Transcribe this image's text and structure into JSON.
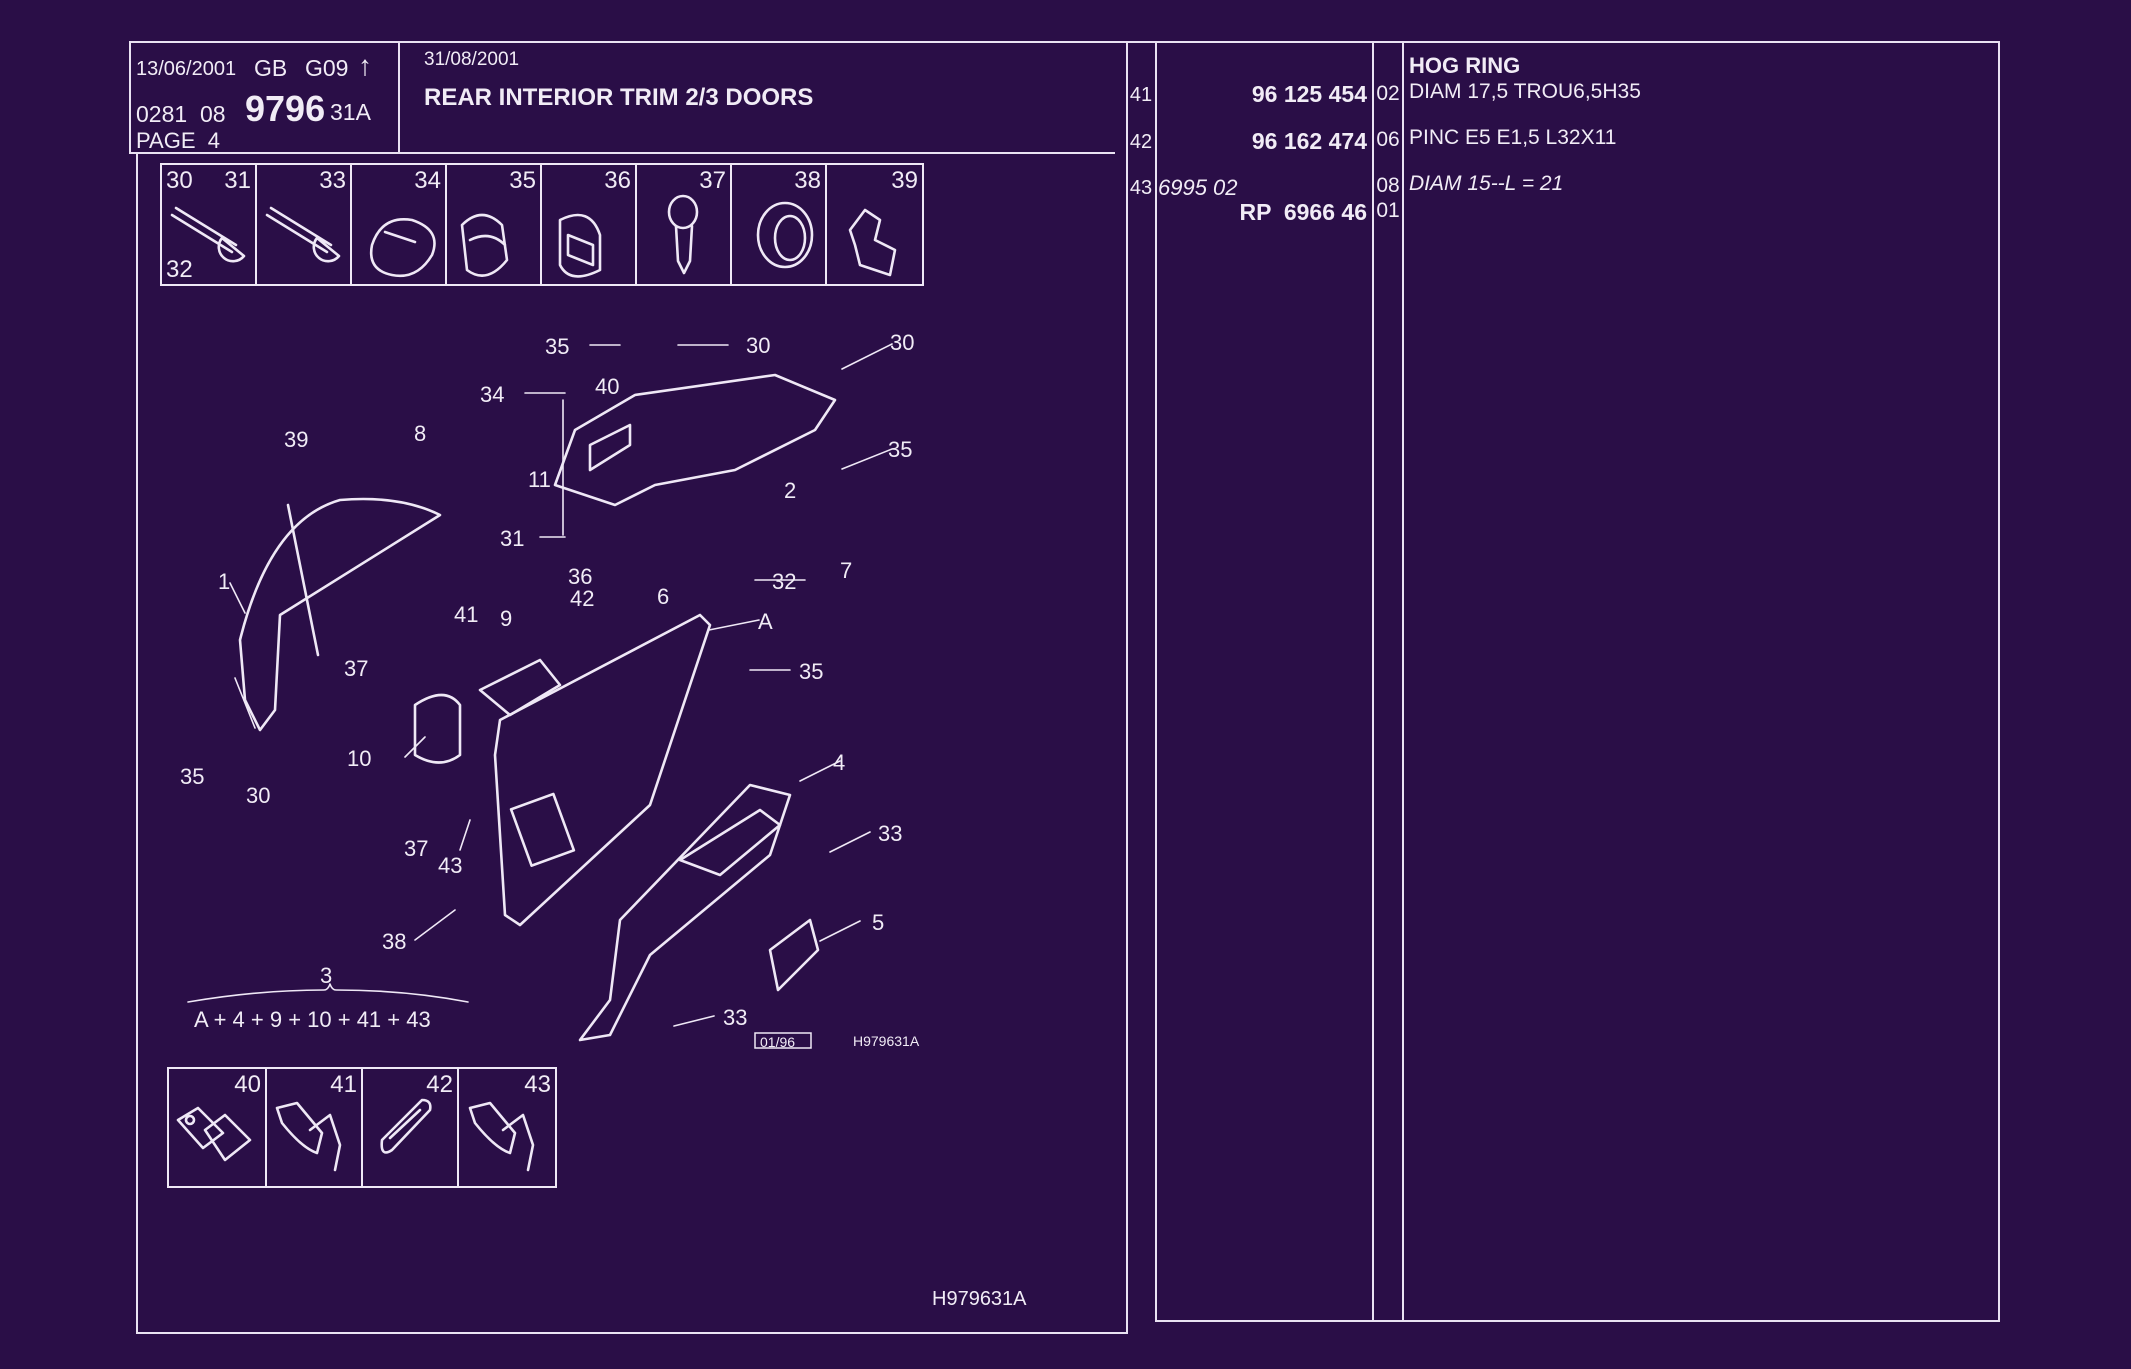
{
  "header": {
    "date_left": "13/06/2001",
    "country": "GB",
    "group": "G09",
    "arrow_icon": "arrow-up-icon",
    "ref_prefix": "0281  08",
    "ref_main": "9796",
    "ref_suffix": "31A",
    "page": "PAGE  4",
    "date_right": "31/08/2001",
    "title": "REAR INTERIOR TRIM 2/3 DOORS"
  },
  "top_icon_strip": [
    {
      "labels": [
        "30",
        "31",
        "32"
      ],
      "icon": "screw-icon"
    },
    {
      "labels": [
        "33"
      ],
      "icon": "screw-icon"
    },
    {
      "labels": [
        "34"
      ],
      "icon": "clip-icon"
    },
    {
      "labels": [
        "35"
      ],
      "icon": "clip-nut-icon"
    },
    {
      "labels": [
        "36"
      ],
      "icon": "grommet-icon"
    },
    {
      "labels": [
        "37"
      ],
      "icon": "rivet-icon"
    },
    {
      "labels": [
        "38"
      ],
      "icon": "ring-clip-icon"
    },
    {
      "labels": [
        "39"
      ],
      "icon": "bracket-icon"
    }
  ],
  "bottom_icon_strip": [
    {
      "label": "40",
      "icon": "bracket-clip-icon"
    },
    {
      "label": "41",
      "icon": "push-pin-icon"
    },
    {
      "label": "42",
      "icon": "spring-clip-icon"
    },
    {
      "label": "43",
      "icon": "push-pin-icon"
    }
  ],
  "diagram": {
    "callouts": [
      "35",
      "30",
      "30",
      "40",
      "34",
      "8",
      "39",
      "35",
      "11",
      "2",
      "31",
      "7",
      "36",
      "32",
      "6",
      "1",
      "42",
      "41",
      "9",
      "A",
      "37",
      "35",
      "10",
      "35",
      "30",
      "4",
      "33",
      "37",
      "43",
      "38",
      "5",
      "3",
      "33"
    ],
    "formula": "A + 4 + 9 + 10 + 41 + 43",
    "edition": "01/96",
    "drawing_ref": "H979631A",
    "footer_ref": "H979631A"
  },
  "parts": [
    {
      "item": "",
      "part_no": "",
      "qty": "",
      "desc": "HOG RING",
      "desc_style": "bold"
    },
    {
      "item": "41",
      "part_no": "96 125 454",
      "qty": "02",
      "desc": "DIAM 17,5 TROU6,5H35"
    },
    {
      "item": "42",
      "part_no": "96 162 474",
      "qty": "06",
      "desc": "PINC E5 E1,5 L32X11"
    },
    {
      "item": "43",
      "part_no": "6995 02",
      "qty": "08",
      "desc": "DIAM 15--L = 21",
      "italic": true
    },
    {
      "item": "",
      "part_no": "RP  6966 46",
      "qty": "01",
      "desc": ""
    }
  ]
}
